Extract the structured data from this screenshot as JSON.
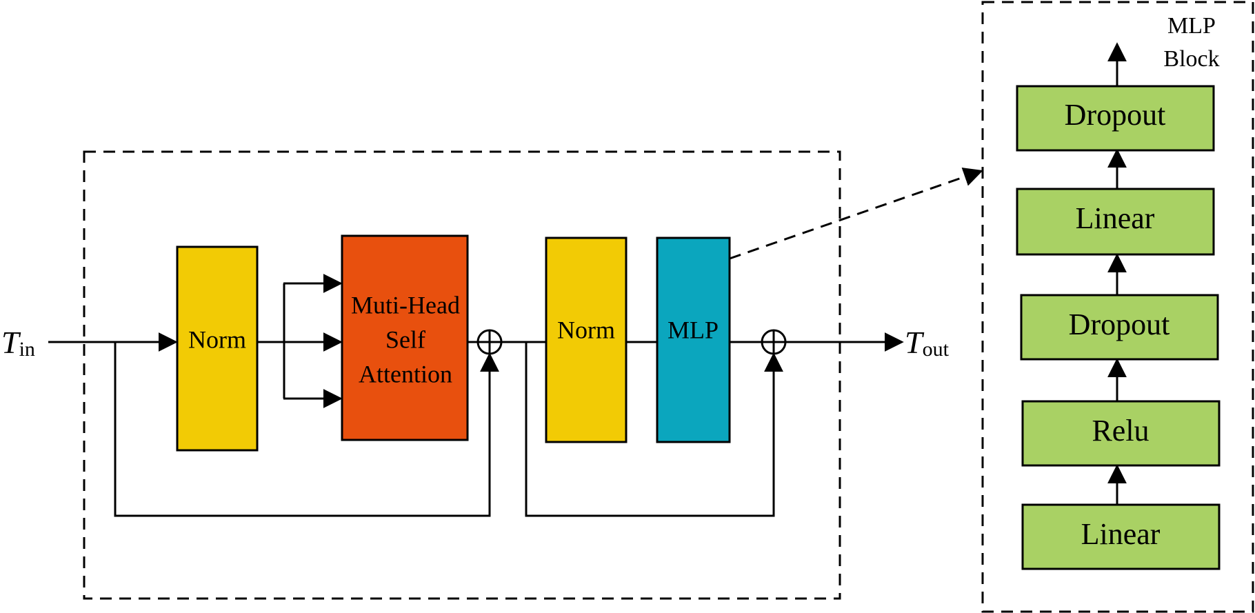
{
  "colors": {
    "norm": "#F2CB05",
    "mhsa": "#E8500E",
    "mlp": "#0BA6BE",
    "mlp_block_layer": "#A9D164",
    "line": "#000000"
  },
  "input": {
    "symbol": "T",
    "subscript": "in"
  },
  "output": {
    "symbol": "T",
    "subscript": "out"
  },
  "encoder": {
    "norm1": "Norm",
    "attention": {
      "line1": "Muti-Head",
      "line2": "Self",
      "line3": "Attention"
    },
    "norm2": "Norm",
    "mlp": "MLP"
  },
  "mlp_block": {
    "title_line1": "MLP",
    "title_line2": "Block",
    "layers_top_to_bottom": [
      "Dropout",
      "Linear",
      "Dropout",
      "Relu",
      "Linear"
    ]
  }
}
